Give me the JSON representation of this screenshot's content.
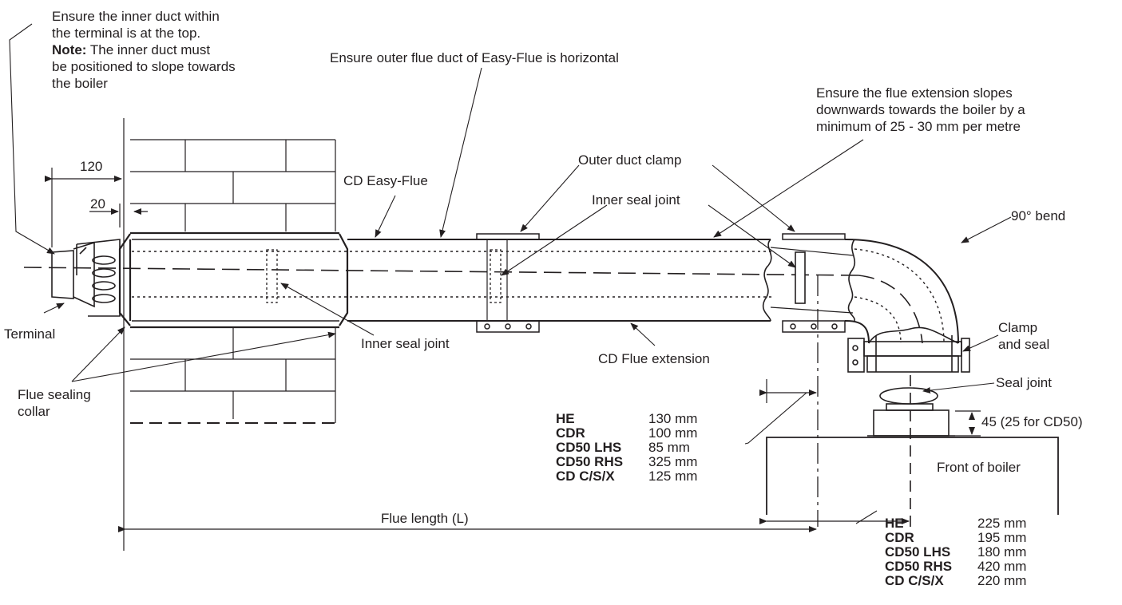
{
  "notes": {
    "inner_duct_line1": "Ensure the inner duct within",
    "inner_duct_line2": "the terminal is at the top.",
    "note_prefix": "Note:",
    "note_line3_rest": " The inner duct must",
    "inner_duct_line4": "be positioned to slope towards",
    "inner_duct_line5": "the boiler",
    "outer_horizontal": "Ensure outer flue duct of Easy-Flue is horizontal",
    "slope_line1": "Ensure the flue extension slopes",
    "slope_line2": "downwards towards the boiler by a",
    "slope_line3": "minimum of 25 - 30 mm per metre"
  },
  "labels": {
    "dim_120": "120",
    "dim_20": "20",
    "terminal": "Terminal",
    "flue_sealing_collar_1": "Flue sealing",
    "flue_sealing_collar_2": "collar",
    "cd_easy_flue": "CD Easy-Flue",
    "outer_duct_clamp": "Outer duct clamp",
    "inner_seal_joint_top": "Inner seal joint",
    "inner_seal_joint_bottom": "Inner seal joint",
    "cd_flue_extension": "CD Flue extension",
    "bend_90": "90° bend",
    "clamp_seal_1": "Clamp",
    "clamp_seal_2": "and seal",
    "seal_joint": "Seal joint",
    "dim_45": "45 (25 for CD50)",
    "front_of_boiler": "Front of boiler",
    "flue_length": "Flue length (L)"
  },
  "table_side": [
    {
      "model": "HE",
      "value": "130 mm"
    },
    {
      "model": "CDR",
      "value": "100 mm"
    },
    {
      "model": "CD50 LHS",
      "value": "85 mm"
    },
    {
      "model": "CD50 RHS",
      "value": "325 mm"
    },
    {
      "model": "CD C/S/X",
      "value": "125 mm"
    }
  ],
  "table_bottom": [
    {
      "model": "HE",
      "value": "225 mm"
    },
    {
      "model": "CDR",
      "value": "195 mm"
    },
    {
      "model": "CD50 LHS",
      "value": "180 mm"
    },
    {
      "model": "CD50 RHS",
      "value": "420 mm"
    },
    {
      "model": "CD C/S/X",
      "value": "220 mm"
    }
  ]
}
